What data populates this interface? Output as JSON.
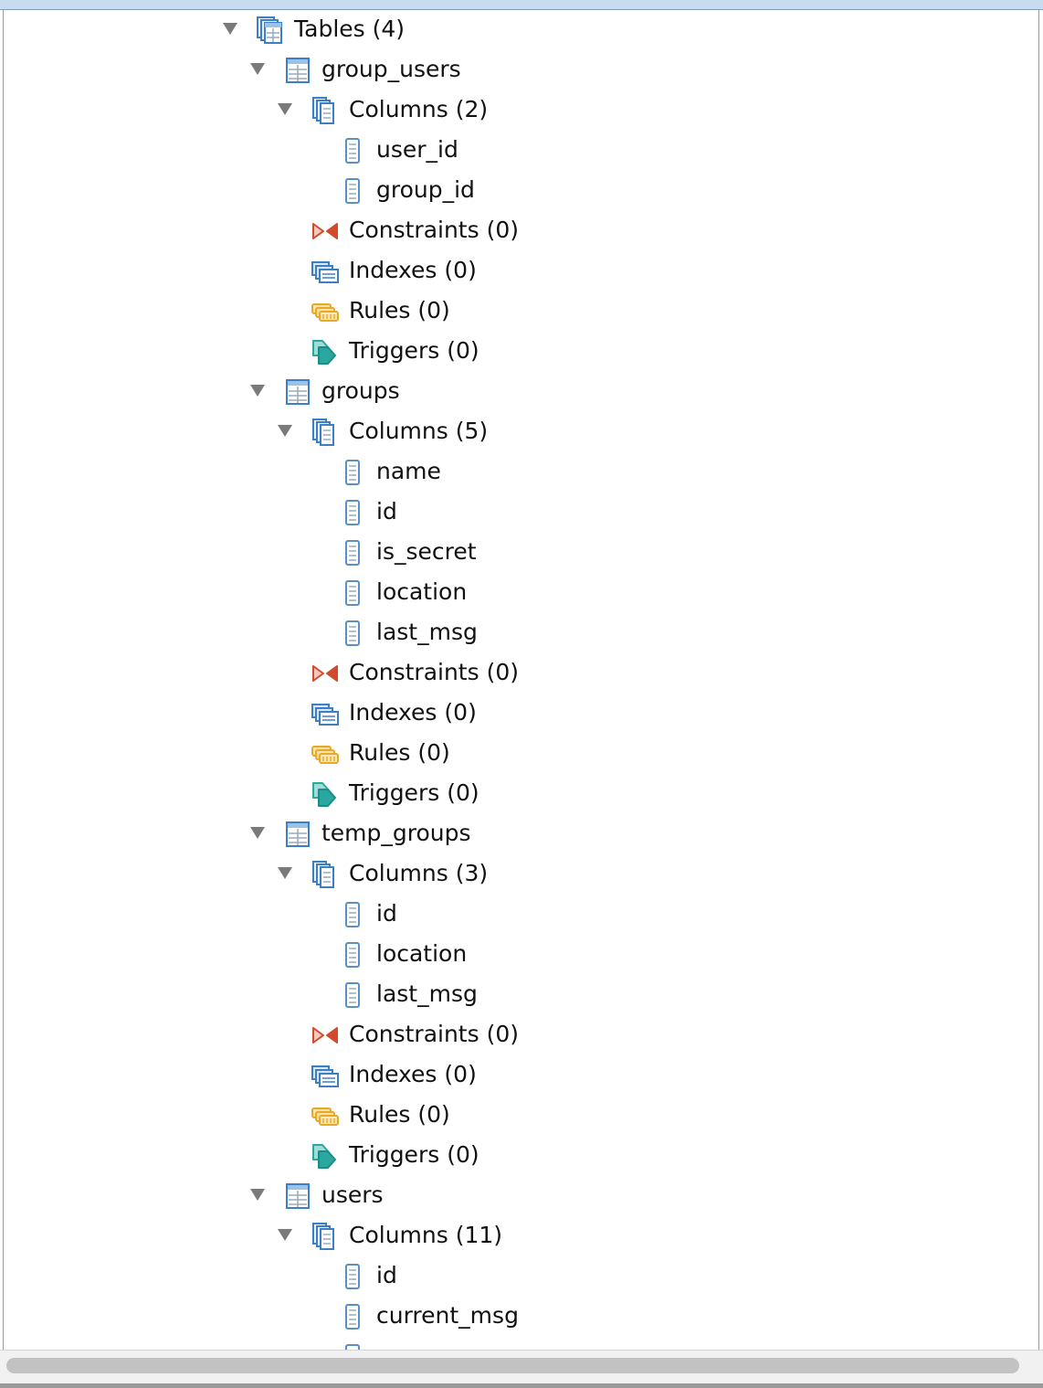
{
  "tree": {
    "rows": [
      {
        "label": "Tables (4)",
        "icon": "tables-folder-icon",
        "depth": 0,
        "expanded": true
      },
      {
        "label": "group_users",
        "icon": "table-icon",
        "depth": 1,
        "expanded": true
      },
      {
        "label": "Columns (2)",
        "icon": "columns-folder-icon",
        "depth": 2,
        "expanded": true
      },
      {
        "label": "user_id",
        "icon": "column-icon",
        "depth": 3
      },
      {
        "label": "group_id",
        "icon": "column-icon",
        "depth": 3
      },
      {
        "label": "Constraints (0)",
        "icon": "constraints-icon",
        "depth": 2
      },
      {
        "label": "Indexes (0)",
        "icon": "indexes-icon",
        "depth": 2
      },
      {
        "label": "Rules (0)",
        "icon": "rules-icon",
        "depth": 2
      },
      {
        "label": "Triggers (0)",
        "icon": "triggers-icon",
        "depth": 2
      },
      {
        "label": "groups",
        "icon": "table-icon",
        "depth": 1,
        "expanded": true
      },
      {
        "label": "Columns (5)",
        "icon": "columns-folder-icon",
        "depth": 2,
        "expanded": true
      },
      {
        "label": "name",
        "icon": "column-icon",
        "depth": 3
      },
      {
        "label": "id",
        "icon": "column-icon",
        "depth": 3
      },
      {
        "label": "is_secret",
        "icon": "column-icon",
        "depth": 3
      },
      {
        "label": "location",
        "icon": "column-icon",
        "depth": 3
      },
      {
        "label": "last_msg",
        "icon": "column-icon",
        "depth": 3
      },
      {
        "label": "Constraints (0)",
        "icon": "constraints-icon",
        "depth": 2
      },
      {
        "label": "Indexes (0)",
        "icon": "indexes-icon",
        "depth": 2
      },
      {
        "label": "Rules (0)",
        "icon": "rules-icon",
        "depth": 2
      },
      {
        "label": "Triggers (0)",
        "icon": "triggers-icon",
        "depth": 2
      },
      {
        "label": "temp_groups",
        "icon": "table-icon",
        "depth": 1,
        "expanded": true
      },
      {
        "label": "Columns (3)",
        "icon": "columns-folder-icon",
        "depth": 2,
        "expanded": true
      },
      {
        "label": "id",
        "icon": "column-icon",
        "depth": 3
      },
      {
        "label": "location",
        "icon": "column-icon",
        "depth": 3
      },
      {
        "label": "last_msg",
        "icon": "column-icon",
        "depth": 3
      },
      {
        "label": "Constraints (0)",
        "icon": "constraints-icon",
        "depth": 2
      },
      {
        "label": "Indexes (0)",
        "icon": "indexes-icon",
        "depth": 2
      },
      {
        "label": "Rules (0)",
        "icon": "rules-icon",
        "depth": 2
      },
      {
        "label": "Triggers (0)",
        "icon": "triggers-icon",
        "depth": 2
      },
      {
        "label": "users",
        "icon": "table-icon",
        "depth": 1,
        "expanded": true
      },
      {
        "label": "Columns (11)",
        "icon": "columns-folder-icon",
        "depth": 2,
        "expanded": true
      },
      {
        "label": "id",
        "icon": "column-icon",
        "depth": 3
      },
      {
        "label": "current_msg",
        "icon": "column-icon",
        "depth": 3
      },
      {
        "label": "",
        "icon": "column-icon",
        "depth": 3
      }
    ]
  },
  "colors": {
    "table_blue": "#3d7fc4",
    "constraint_red": "#d24a2c",
    "rules_orange": "#e9a826",
    "trigger_teal": "#2aa8a0",
    "scroll_thumb": "#c2c2c2"
  }
}
